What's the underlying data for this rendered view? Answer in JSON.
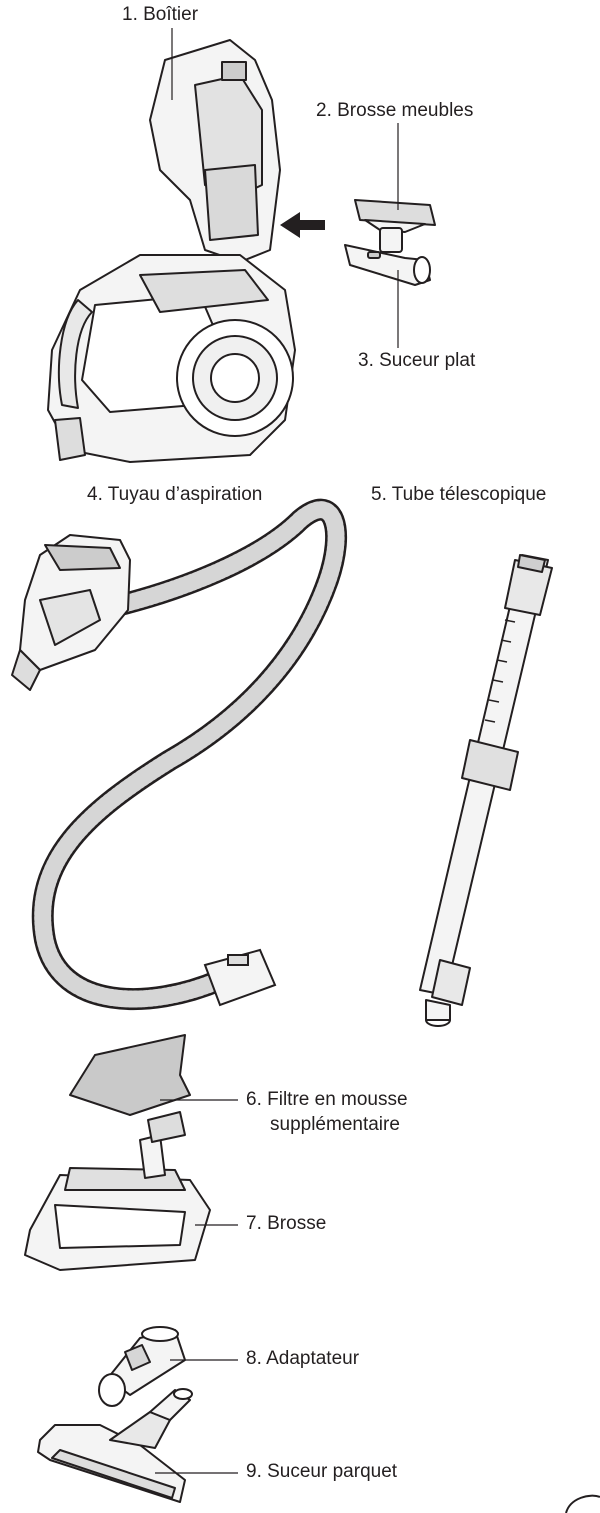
{
  "parts": [
    {
      "id": "boitier",
      "label": "1. Boîtier"
    },
    {
      "id": "brosse-meubles",
      "label": "2. Brosse meubles"
    },
    {
      "id": "suceur-plat",
      "label": "3. Suceur plat"
    },
    {
      "id": "tuyau",
      "label": "4. Tuyau d’aspiration"
    },
    {
      "id": "tube",
      "label": "5. Tube télescopique"
    },
    {
      "id": "filtre",
      "label_line1": "6. Filtre en mousse",
      "label_line2": "supplémentaire"
    },
    {
      "id": "brosse",
      "label": "7. Brosse"
    },
    {
      "id": "adaptateur",
      "label": "8. Adaptateur"
    },
    {
      "id": "suceur-parquet",
      "label": "9. Suceur parquet"
    }
  ]
}
